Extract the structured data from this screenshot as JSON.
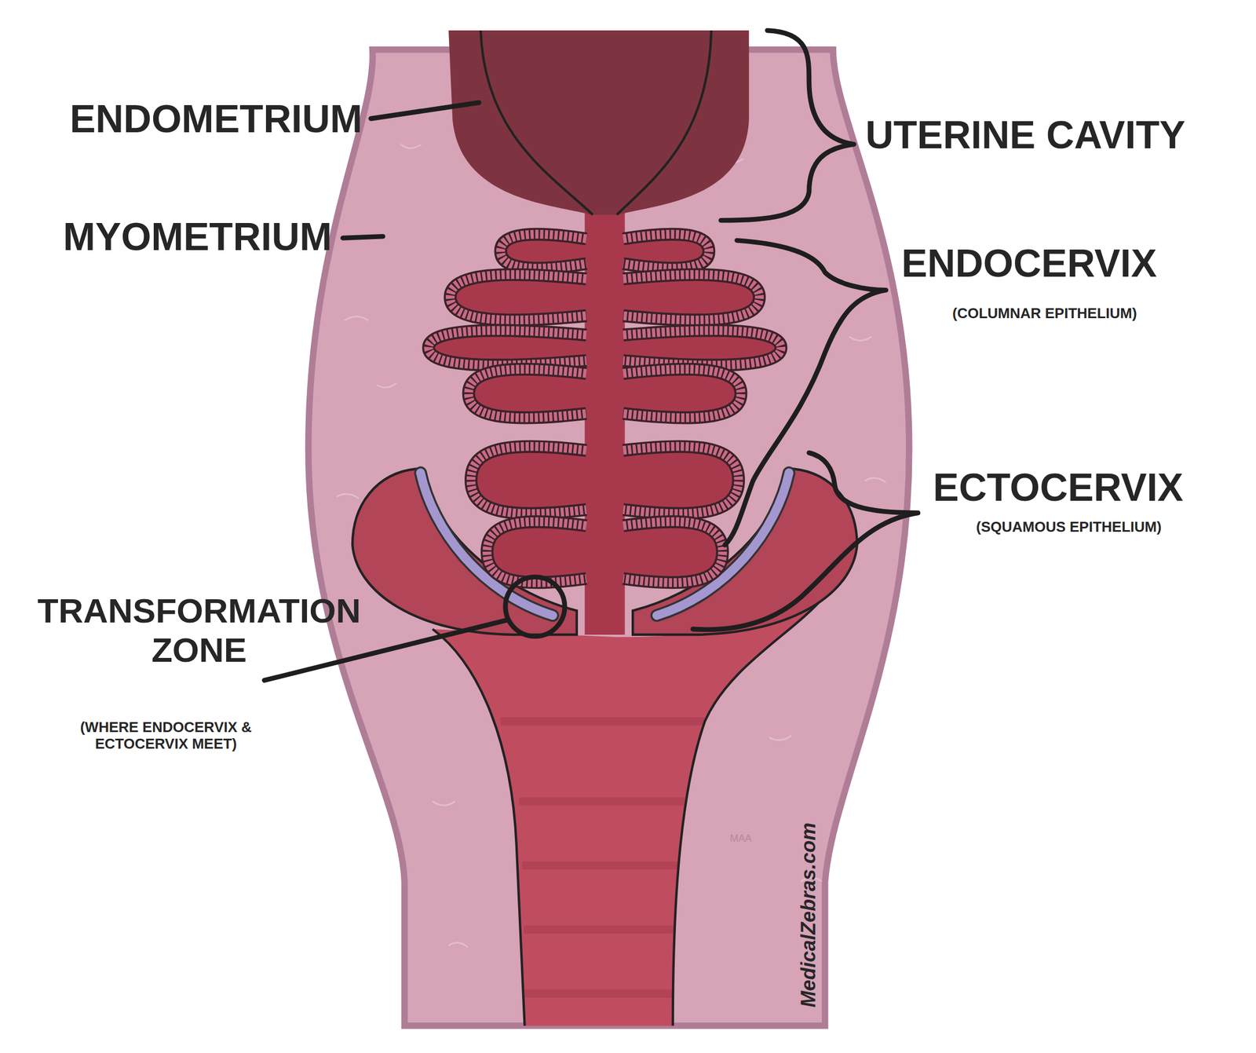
{
  "diagram": {
    "labels": [
      "ENDOMETRIUM",
      "UTERINE CAVITY",
      "MYOMETRIUM",
      "ENDOCERVIX",
      "(COLUMNAR EPITHELIUM)",
      "ECTOCERVIX",
      "(SQUAMOUS EPITHELIUM)",
      "TRANSFORMATION ZONE",
      "(WHERE ENDOCERVIX & ECTOCERVIX MEET)",
      "MAA",
      "MedicalZebras.com"
    ]
  }
}
